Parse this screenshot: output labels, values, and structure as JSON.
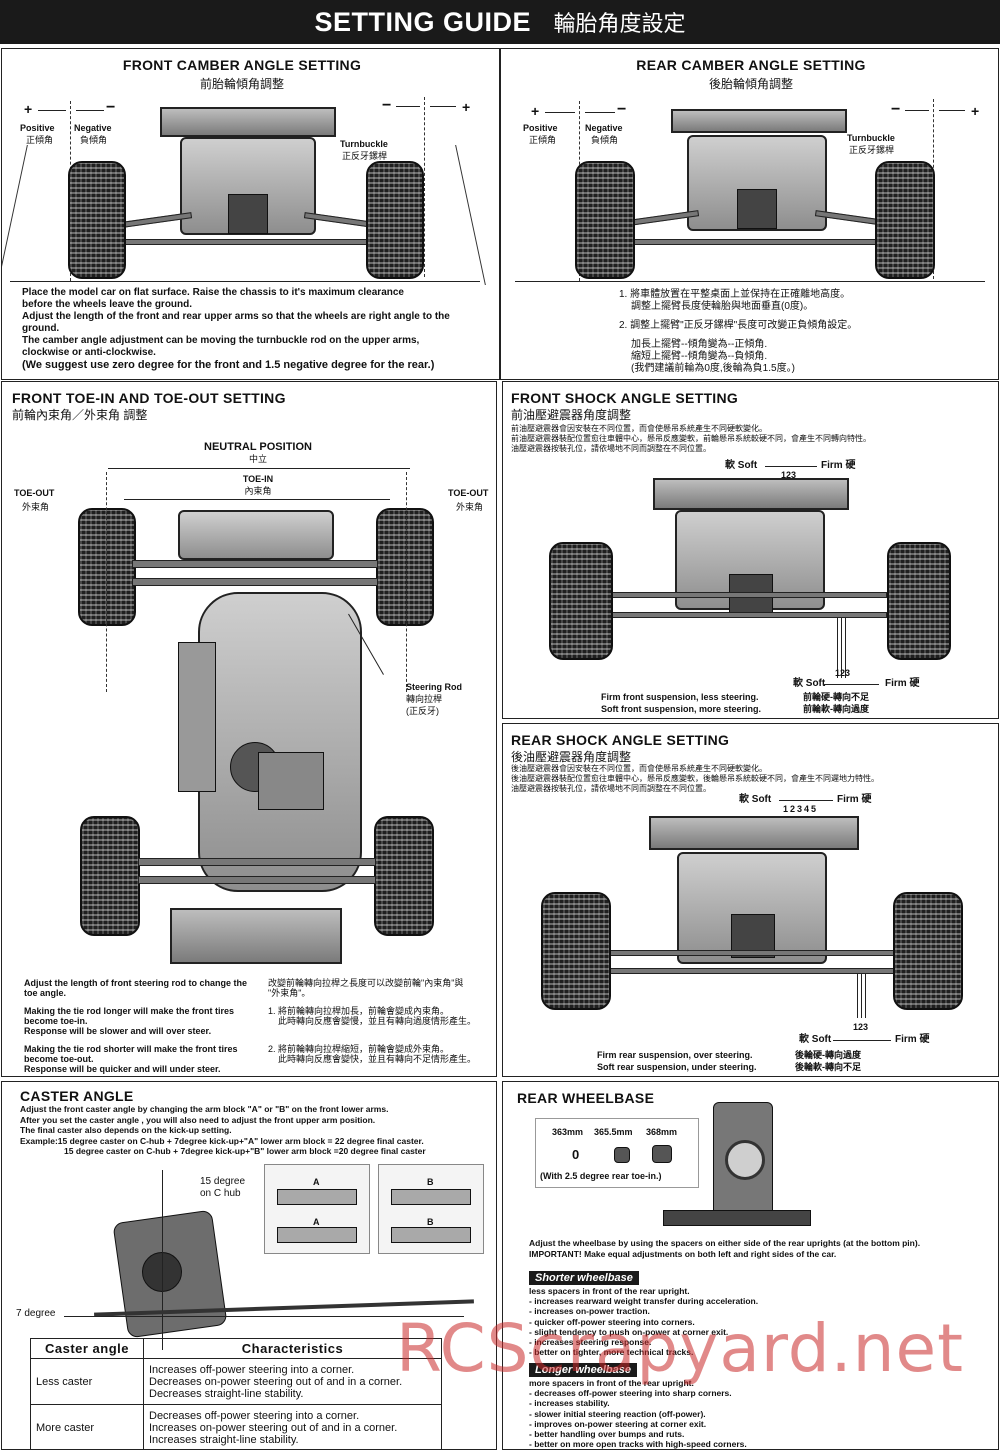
{
  "header": {
    "title_en": "SETTING GUIDE",
    "title_zh": "輪胎角度設定"
  },
  "front_camber": {
    "title": "FRONT CAMBER ANGLE SETTING",
    "title_zh": "前胎輪傾角調整",
    "plus": "+",
    "minus": "−",
    "positive": "Positive",
    "positive_zh": "正傾角",
    "negative": "Negative",
    "negative_zh": "負傾角",
    "turnbuckle": "Turnbuckle",
    "turnbuckle_zh": "正反牙鏍桿",
    "notes": [
      "Place the model car on flat surface. Raise the chassis to it's maximum clearance",
      "before the wheels leave the ground.",
      "Adjust the length of the front and rear upper arms so that the wheels are right angle to the",
      "ground.",
      "The camber angle adjustment can be moving the turnbuckle rod on the upper arms,",
      "clockwise or anti-clockwise.",
      "(We suggest use zero degree for the front and 1.5 negative degree  for the  rear.)"
    ]
  },
  "rear_camber": {
    "title": "REAR CAMBER ANGLE SETTING",
    "title_zh": "後胎輪傾角調整",
    "positive": "Positive",
    "positive_zh": "正傾角",
    "negative": "Negative",
    "negative_zh": "負傾角",
    "turnbuckle": "Turnbuckle",
    "turnbuckle_zh": "正反牙鏍桿",
    "notes_zh": [
      "1. 將車體放置在平整桌面上並保持在正確離地高度。",
      "調整上擺臂長度使輪胎與地面垂直(0度)。",
      "2. 調整上擺臂\"正反牙鏍桿\"長度可改變正負傾角設定。",
      "加長上擺臂--傾角變為--正傾角.",
      "縮短上擺臂--傾角變為--負傾角.",
      "(我們建議前輪為0度,後輪為負1.5度。)"
    ]
  },
  "toe": {
    "title": "FRONT TOE-IN AND TOE-OUT SETTING",
    "title_zh": "前輪內束角／外束角 調整",
    "neutral": "NEUTRAL POSITION",
    "neutral_zh": "中立",
    "toe_in": "TOE-IN",
    "toe_in_zh": "內束角",
    "toe_out": "TOE-OUT",
    "toe_out_zh": "外束角",
    "steering_rod": "Steering Rod",
    "steering_rod_zh1": "轉向拉桿",
    "steering_rod_zh2": "(正反牙)",
    "en_notes": [
      "Adjust  the  length of front steering rod to change the",
      "toe angle.",
      "Making the tie rod longer will make the front tires",
      "become toe-in.",
      "Response will be slower and will over steer.",
      "Making the tie rod shorter will make  the front tires",
      "become toe-out.",
      "Response will be quicker and will under steer."
    ],
    "zh_notes": [
      "改變前輪轉向拉桿之長度可以改變前輪\"內束角\"與",
      "\"外束角\"。",
      "1. 將前輪轉向拉桿加長，前輪會變成內束角。",
      "此時轉向反應會變慢，並且有轉向過度情形產生。",
      "2. 將前輪轉向拉桿縮短，前輪會變成外束角。",
      "此時轉向反應會變快，並且有轉向不足情形產生。"
    ]
  },
  "front_shock": {
    "title": "FRONT SHOCK ANGLE SETTING",
    "title_zh": "前油壓避震器角度調整",
    "desc_zh": [
      "前油壓避震器會因安裝在不同位置，而會使懸吊系統產生不同硬軟變化。",
      "前油壓避震器裝配位置愈往車體中心，懸吊反應變軟，前輪懸吊系統較硬不同，會產生不同轉向特性。",
      "油壓避震器按裝孔位，請依場地不同而調整在不同位置。"
    ],
    "soft": "軟 Soft",
    "firm": "Firm 硬",
    "holes": "123",
    "note1": "Firm front suspension, less steering.",
    "note1_zh": "前輪硬-轉向不足",
    "note2": "Soft front suspension, more steering.",
    "note2_zh": "前輪軟-轉向過度"
  },
  "rear_shock": {
    "title": "REAR SHOCK ANGLE SETTING",
    "title_zh": "後油壓避震器角度調整",
    "desc_zh": [
      "後油壓避震器會因安裝在不同位置，而會使懸吊系統產生不同硬軟變化。",
      "後油壓避震器裝配位置愈往車體中心，懸吊反應變軟，後輪懸吊系統較硬不同，會產生不同遲地力特性。",
      "油壓避震器按裝孔位，請依場地不同而調整在不同位置。"
    ],
    "soft": "軟 Soft",
    "firm": "Firm 硬",
    "holes_top": "12345",
    "holes_bottom": "123",
    "note1": "Firm rear suspension, over steering.",
    "note1_zh": "後輪硬-轉向過度",
    "note2": "Soft rear suspension, under steering.",
    "note2_zh": "後輪軟-轉向不足"
  },
  "caster": {
    "title": "CASTER ANGLE",
    "intro": [
      "Adjust the front caster angle by changing the arm block \"A\" or \"B\" on the front lower arms.",
      "After you set the caster angle , you will also need to adjust the front upper arm position.",
      "The final caster also depends on the kick-up setting.",
      "Example:15 degree caster on C-hub + 7degree kick-up+\"A\" lower arm block = 22 degree  final caster.",
      "15 degree caster on C-hub + 7degree kick-up+\"B\" lower arm block =20 degree  final caster"
    ],
    "label_15": "15 degree",
    "label_chub": "on C hub",
    "label_7": "7 degree",
    "block_a": "A",
    "block_b": "B",
    "table_head": [
      "Caster angle",
      "Characteristics"
    ],
    "rows": [
      {
        "name": "Less caster",
        "chars": [
          "Increases off-power steering into a corner.",
          "Decreases on-power steering out of and in a corner.",
          "Decreases straight-line stability."
        ]
      },
      {
        "name": "More caster",
        "chars": [
          "Decreases off-power steering into a corner.",
          "Increases on-power steering out of and in a corner.",
          "Increases straight-line stability."
        ]
      }
    ]
  },
  "wheelbase": {
    "title": "REAR WHEELBASE",
    "sizes": [
      "363mm",
      "365.5mm",
      "368mm"
    ],
    "zero": "0",
    "rear_toe": "(With 2.5 degree rear toe-in.)",
    "intro": [
      "Adjust the wheelbase by using the spacers on either side of the rear uprights (at the bottom pin).",
      "IMPORTANT! Make equal adjustments on both left and right sides of the car."
    ],
    "shorter_title": "Shorter wheelbase",
    "shorter": [
      "less spacers in front of the rear upright.",
      "- increases rearward weight transfer during acceleration.",
      "- increases on-power traction.",
      "- quicker off-power steering into corners.",
      "- slight tendency to push on-power at corner exit.",
      "- increases steering response.",
      "- better on tighter, more technical tracks."
    ],
    "longer_title": "Longer wheelbase",
    "longer": [
      "more spacers in front of the rear upright.",
      "- decreases off-power steering into sharp corners.",
      "- increases stability.",
      "- slower initial steering reaction (off-power).",
      "- improves on-power steering at corner exit.",
      "- better handling over bumps and ruts.",
      "- better on more open tracks with high-speed corners."
    ]
  },
  "watermark": "RCScrapyard.net"
}
